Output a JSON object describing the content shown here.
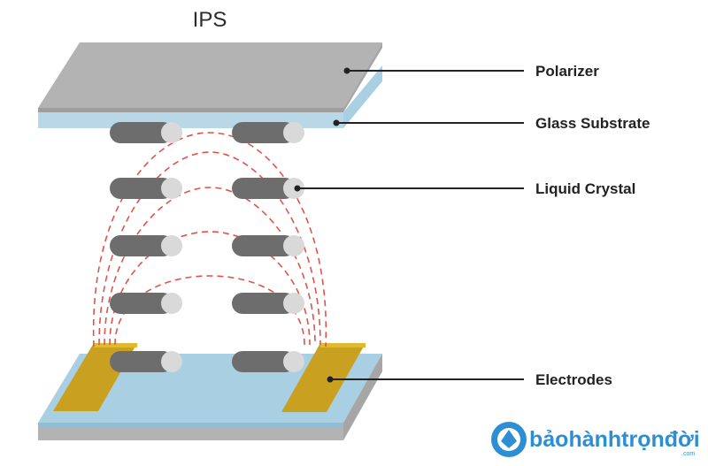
{
  "title": "IPS",
  "labels": {
    "polarizer": "Polarizer",
    "glass_substrate": "Glass Substrate",
    "liquid_crystal": "Liquid Crystal",
    "electrodes": "Electrodes"
  },
  "watermark": {
    "text": "bảohànhtrọnđời",
    "sub": ".com"
  },
  "colors": {
    "polarizer": "#b3b3b3",
    "glass": "#a9cfe2",
    "crystal_dark": "#6d6d6d",
    "crystal_light": "#d9d9d9",
    "electrode": "#c9a020",
    "field_lines": "#e0534a",
    "leader": "#222222",
    "brand": "#2e8ed3"
  }
}
